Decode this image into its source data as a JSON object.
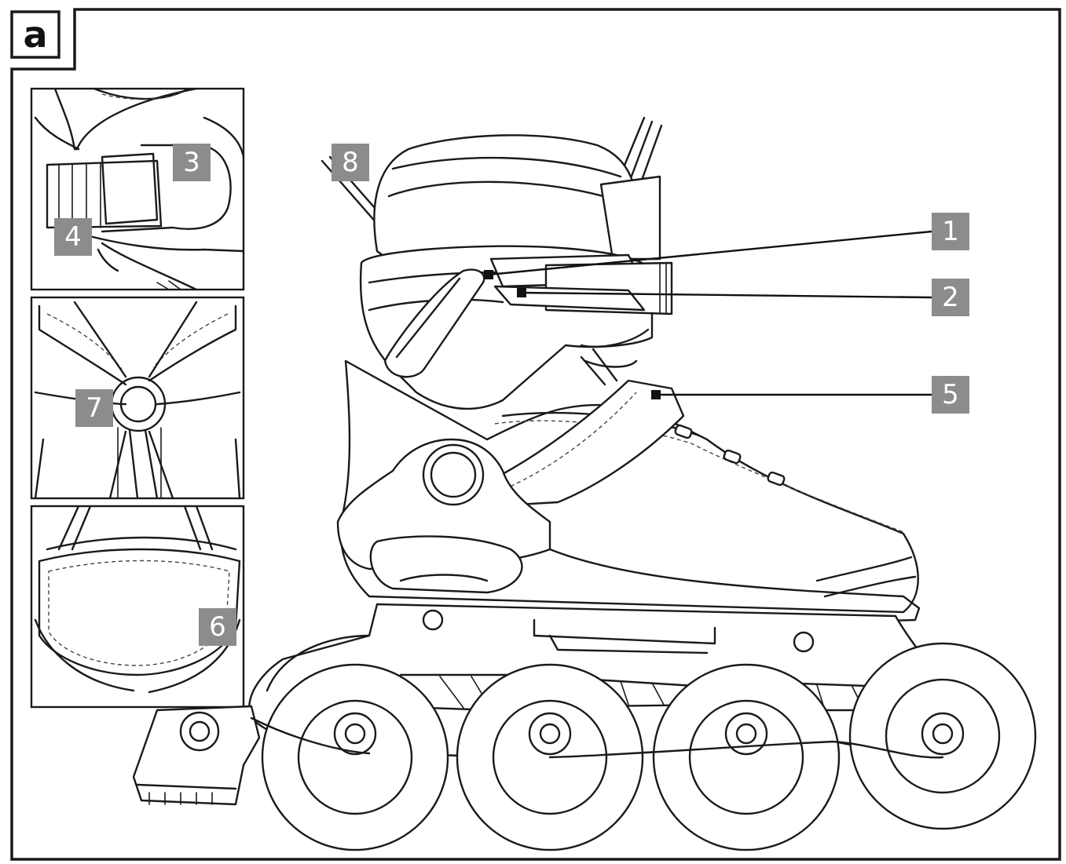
{
  "figure": {
    "panel_tag": "a"
  },
  "callouts": [
    {
      "id": "1",
      "text": "1"
    },
    {
      "id": "2",
      "text": "2"
    },
    {
      "id": "3",
      "text": "3"
    },
    {
      "id": "4",
      "text": "4"
    },
    {
      "id": "5",
      "text": "5"
    },
    {
      "id": "6",
      "text": "6"
    },
    {
      "id": "7",
      "text": "7"
    },
    {
      "id": "8",
      "text": "8"
    }
  ],
  "colors": {
    "label_fill": "#8c8c8c",
    "label_text": "#ffffff",
    "line": "#1a1a1a"
  }
}
